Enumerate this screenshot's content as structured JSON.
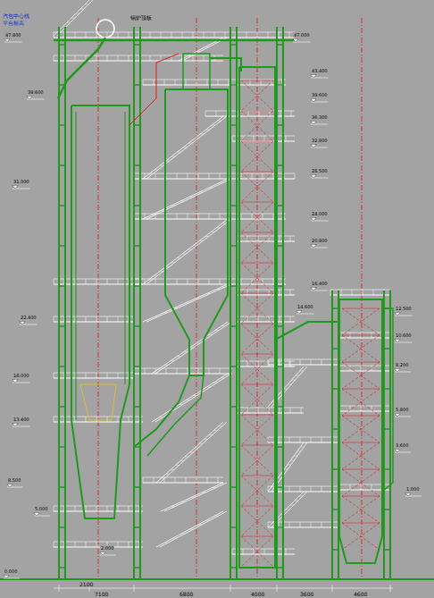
{
  "diagram": {
    "labels": [
      "汽包中心线",
      "平台标高",
      "47.800",
      "锅炉顶板",
      "47.000",
      "43.400",
      "39.600",
      "39.600",
      "36.300",
      "32.800",
      "31.000",
      "28.500",
      "24.000",
      "20.800",
      "22.400",
      "16.400",
      "14.600",
      "12.500",
      "18.000",
      "10.600",
      "8.200",
      "13.400",
      "5.800",
      "3.600",
      "8.500",
      "1.000",
      "5.000",
      "2.000",
      "0.000",
      "2100",
      "7100",
      "6800",
      "4000",
      "3600",
      "4600"
    ]
  }
}
